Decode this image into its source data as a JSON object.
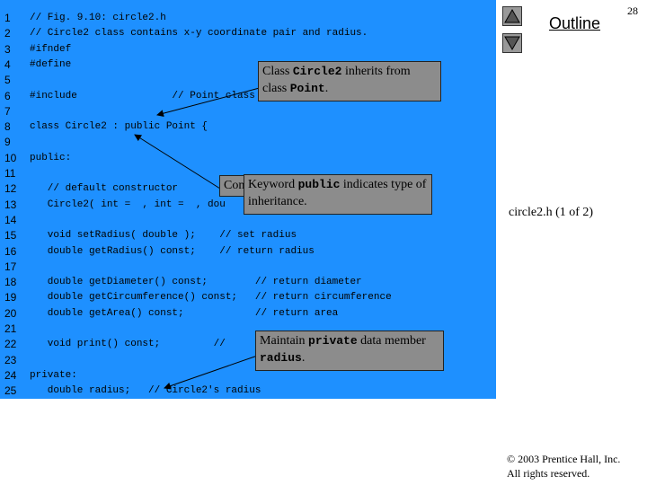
{
  "page_number": "28",
  "outline": {
    "title": "Outline",
    "up_icon": "triangle-up-icon",
    "down_icon": "triangle-down-icon"
  },
  "file_label": "circle2.h (1 of 2)",
  "copyright": {
    "line1": "© 2003 Prentice Hall, Inc.",
    "line2": "All rights reserved."
  },
  "code_lines": [
    {
      "n": "1",
      "text": "// Fig. 9.10: circle2.h"
    },
    {
      "n": "2",
      "text": "// Circle2 class contains x-y coordinate pair and radius."
    },
    {
      "n": "3",
      "text": "#ifndef"
    },
    {
      "n": "4",
      "text": "#define"
    },
    {
      "n": "5",
      "text": ""
    },
    {
      "n": "6",
      "text": "#include                // Point class"
    },
    {
      "n": "7",
      "text": ""
    },
    {
      "n": "8",
      "text": "class Circle2 : public Point {"
    },
    {
      "n": "9",
      "text": ""
    },
    {
      "n": "10",
      "text": "public:"
    },
    {
      "n": "11",
      "text": ""
    },
    {
      "n": "12",
      "text": "   // default constructor"
    },
    {
      "n": "13",
      "text": "   Circle2( int =  , int =  , dou"
    },
    {
      "n": "14",
      "text": ""
    },
    {
      "n": "15",
      "text": "   void setRadius( double );    // set radius"
    },
    {
      "n": "16",
      "text": "   double getRadius() const;    // return radius"
    },
    {
      "n": "17",
      "text": ""
    },
    {
      "n": "18",
      "text": "   double getDiameter() const;        // return diameter"
    },
    {
      "n": "19",
      "text": "   double getCircumference() const;   // return circumference"
    },
    {
      "n": "20",
      "text": "   double getArea() const;            // return area"
    },
    {
      "n": "21",
      "text": ""
    },
    {
      "n": "22",
      "text": "   void print() const;         //"
    },
    {
      "n": "23",
      "text": ""
    },
    {
      "n": "24",
      "text": "private:"
    },
    {
      "n": "25",
      "text": "   double radius;   // Circle2's radius"
    }
  ],
  "callouts": {
    "inherit": {
      "pre": "Class ",
      "code1": "Circle2",
      "mid": " inherits from class ",
      "code2": "Point",
      "post": "."
    },
    "public_kw": {
      "hidden": "Con",
      "pre": "Keyword ",
      "code": "public",
      "post": " indicates type of inheritance."
    },
    "private_member": {
      "pre": "Maintain ",
      "code1": "private",
      "mid": " data member ",
      "code2": "radius",
      "post": "."
    }
  },
  "colors": {
    "code_bg": "#1e90ff",
    "callout_bg": "#8c8c8c"
  }
}
